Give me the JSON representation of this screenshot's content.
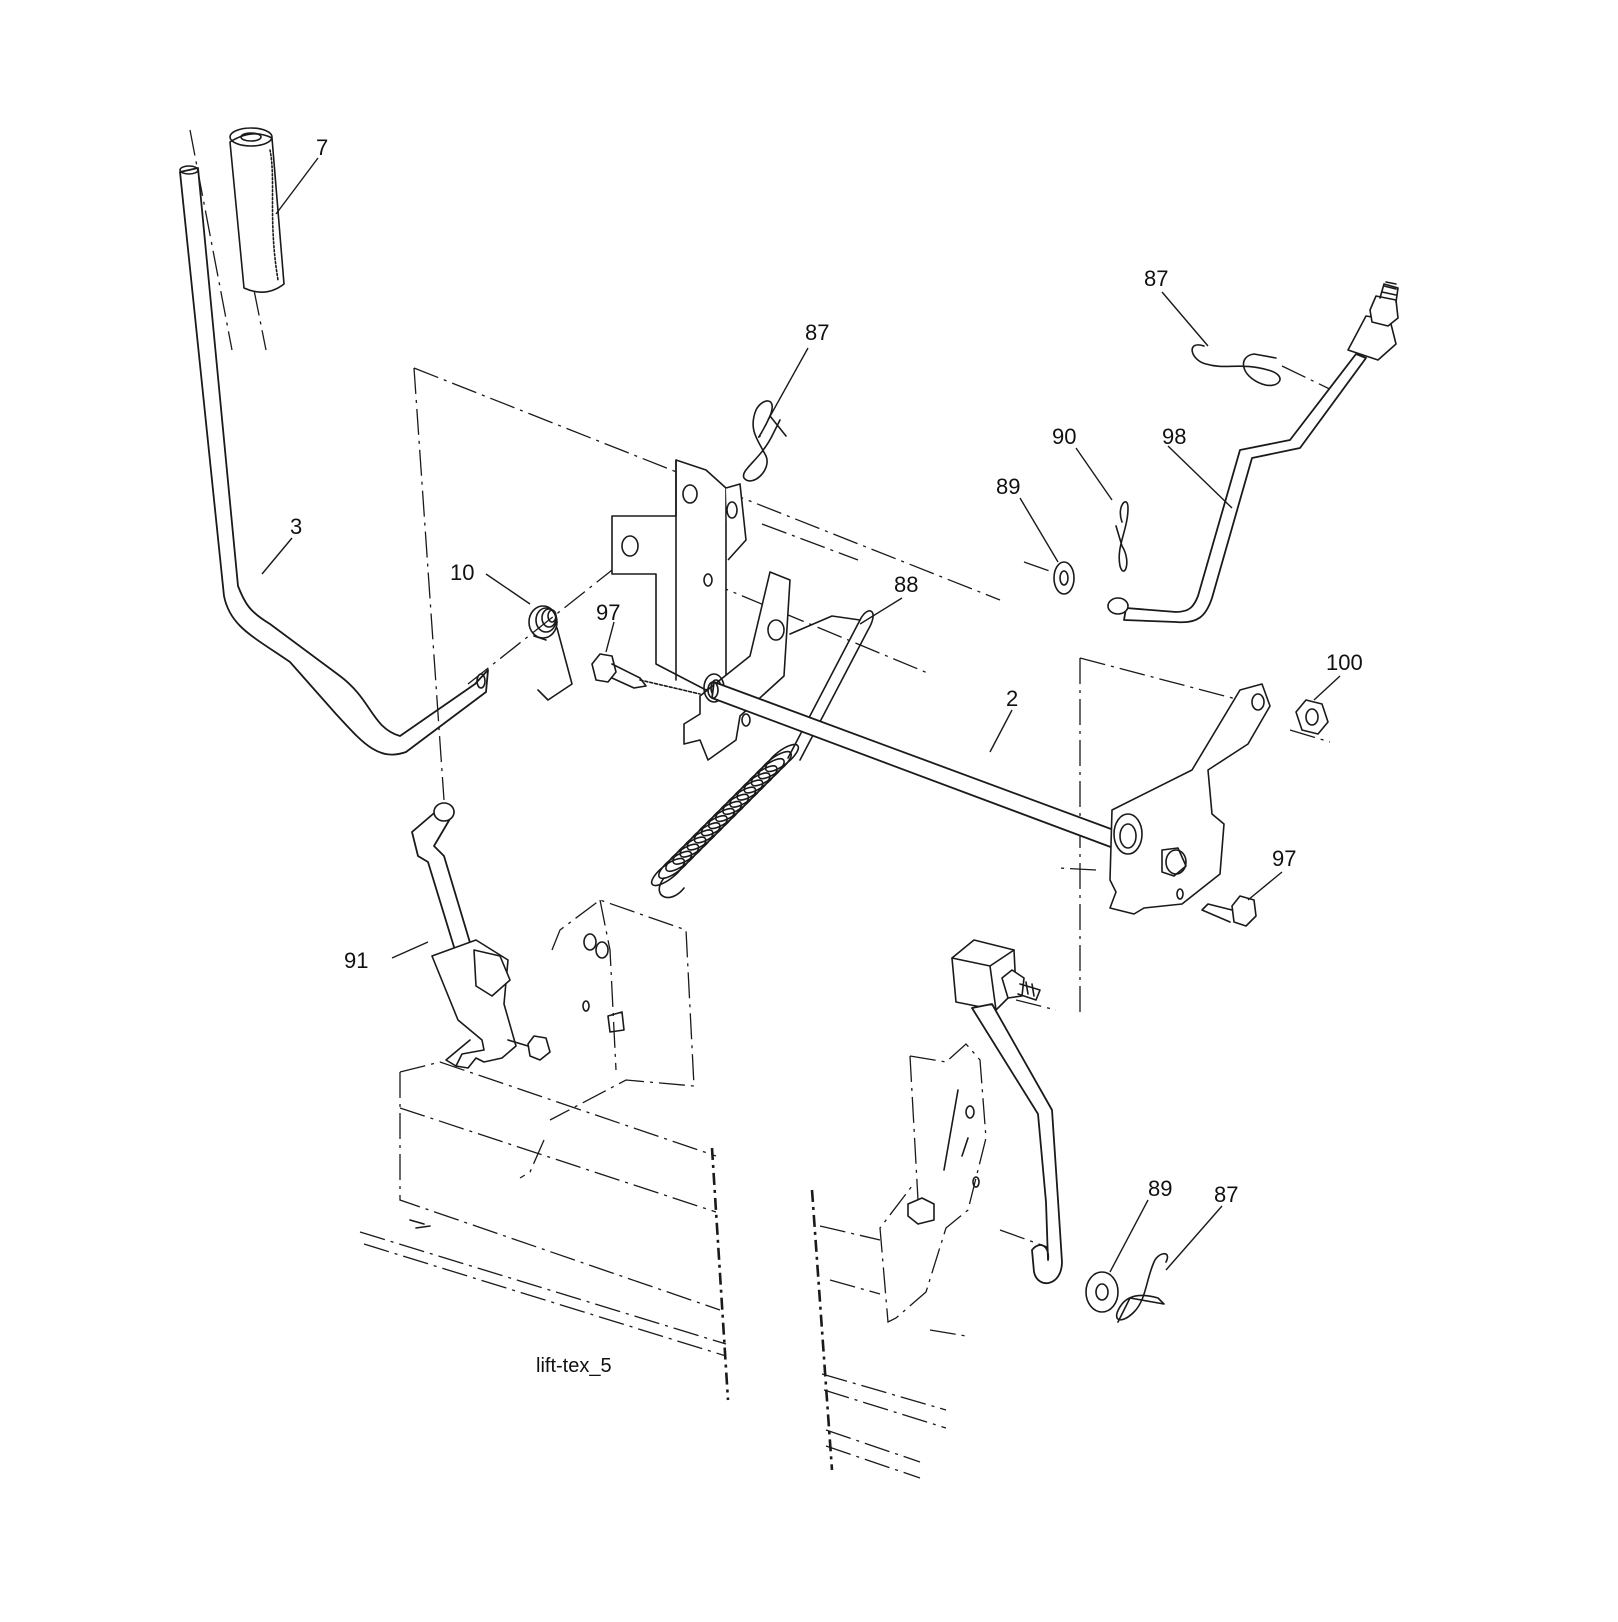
{
  "diagram": {
    "caption": "lift-tex_5",
    "callouts": [
      {
        "id": "7",
        "label": "7"
      },
      {
        "id": "3",
        "label": "3"
      },
      {
        "id": "10",
        "label": "10"
      },
      {
        "id": "97a",
        "label": "97"
      },
      {
        "id": "87a",
        "label": "87"
      },
      {
        "id": "88",
        "label": "88"
      },
      {
        "id": "2",
        "label": "2"
      },
      {
        "id": "87b",
        "label": "87"
      },
      {
        "id": "90",
        "label": "90"
      },
      {
        "id": "98",
        "label": "98"
      },
      {
        "id": "89a",
        "label": "89"
      },
      {
        "id": "100",
        "label": "100"
      },
      {
        "id": "97b",
        "label": "97"
      },
      {
        "id": "91",
        "label": "91"
      },
      {
        "id": "89b",
        "label": "89"
      },
      {
        "id": "87c",
        "label": "87"
      }
    ]
  }
}
